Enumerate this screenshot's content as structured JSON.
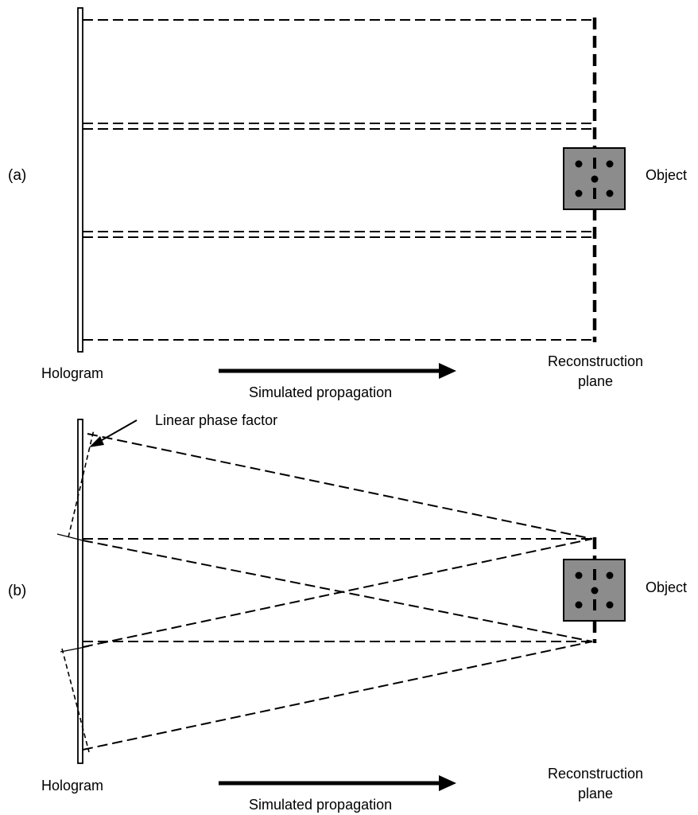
{
  "panel_a": {
    "panel_label": "(a)",
    "hologram_label": "Hologram",
    "propagation_label": "Simulated propagation",
    "plane_label_line1": "Reconstruction",
    "plane_label_line2": "plane",
    "object_label": "Object"
  },
  "panel_b": {
    "panel_label": "(b)",
    "hologram_label": "Hologram",
    "propagation_label": "Simulated propagation",
    "plane_label_line1": "Reconstruction",
    "plane_label_line2": "plane",
    "object_label": "Object",
    "annotation": "Linear phase factor"
  },
  "colors": {
    "object_fill": "#8c8c8c",
    "line": "#000000",
    "background": "#ffffff"
  }
}
